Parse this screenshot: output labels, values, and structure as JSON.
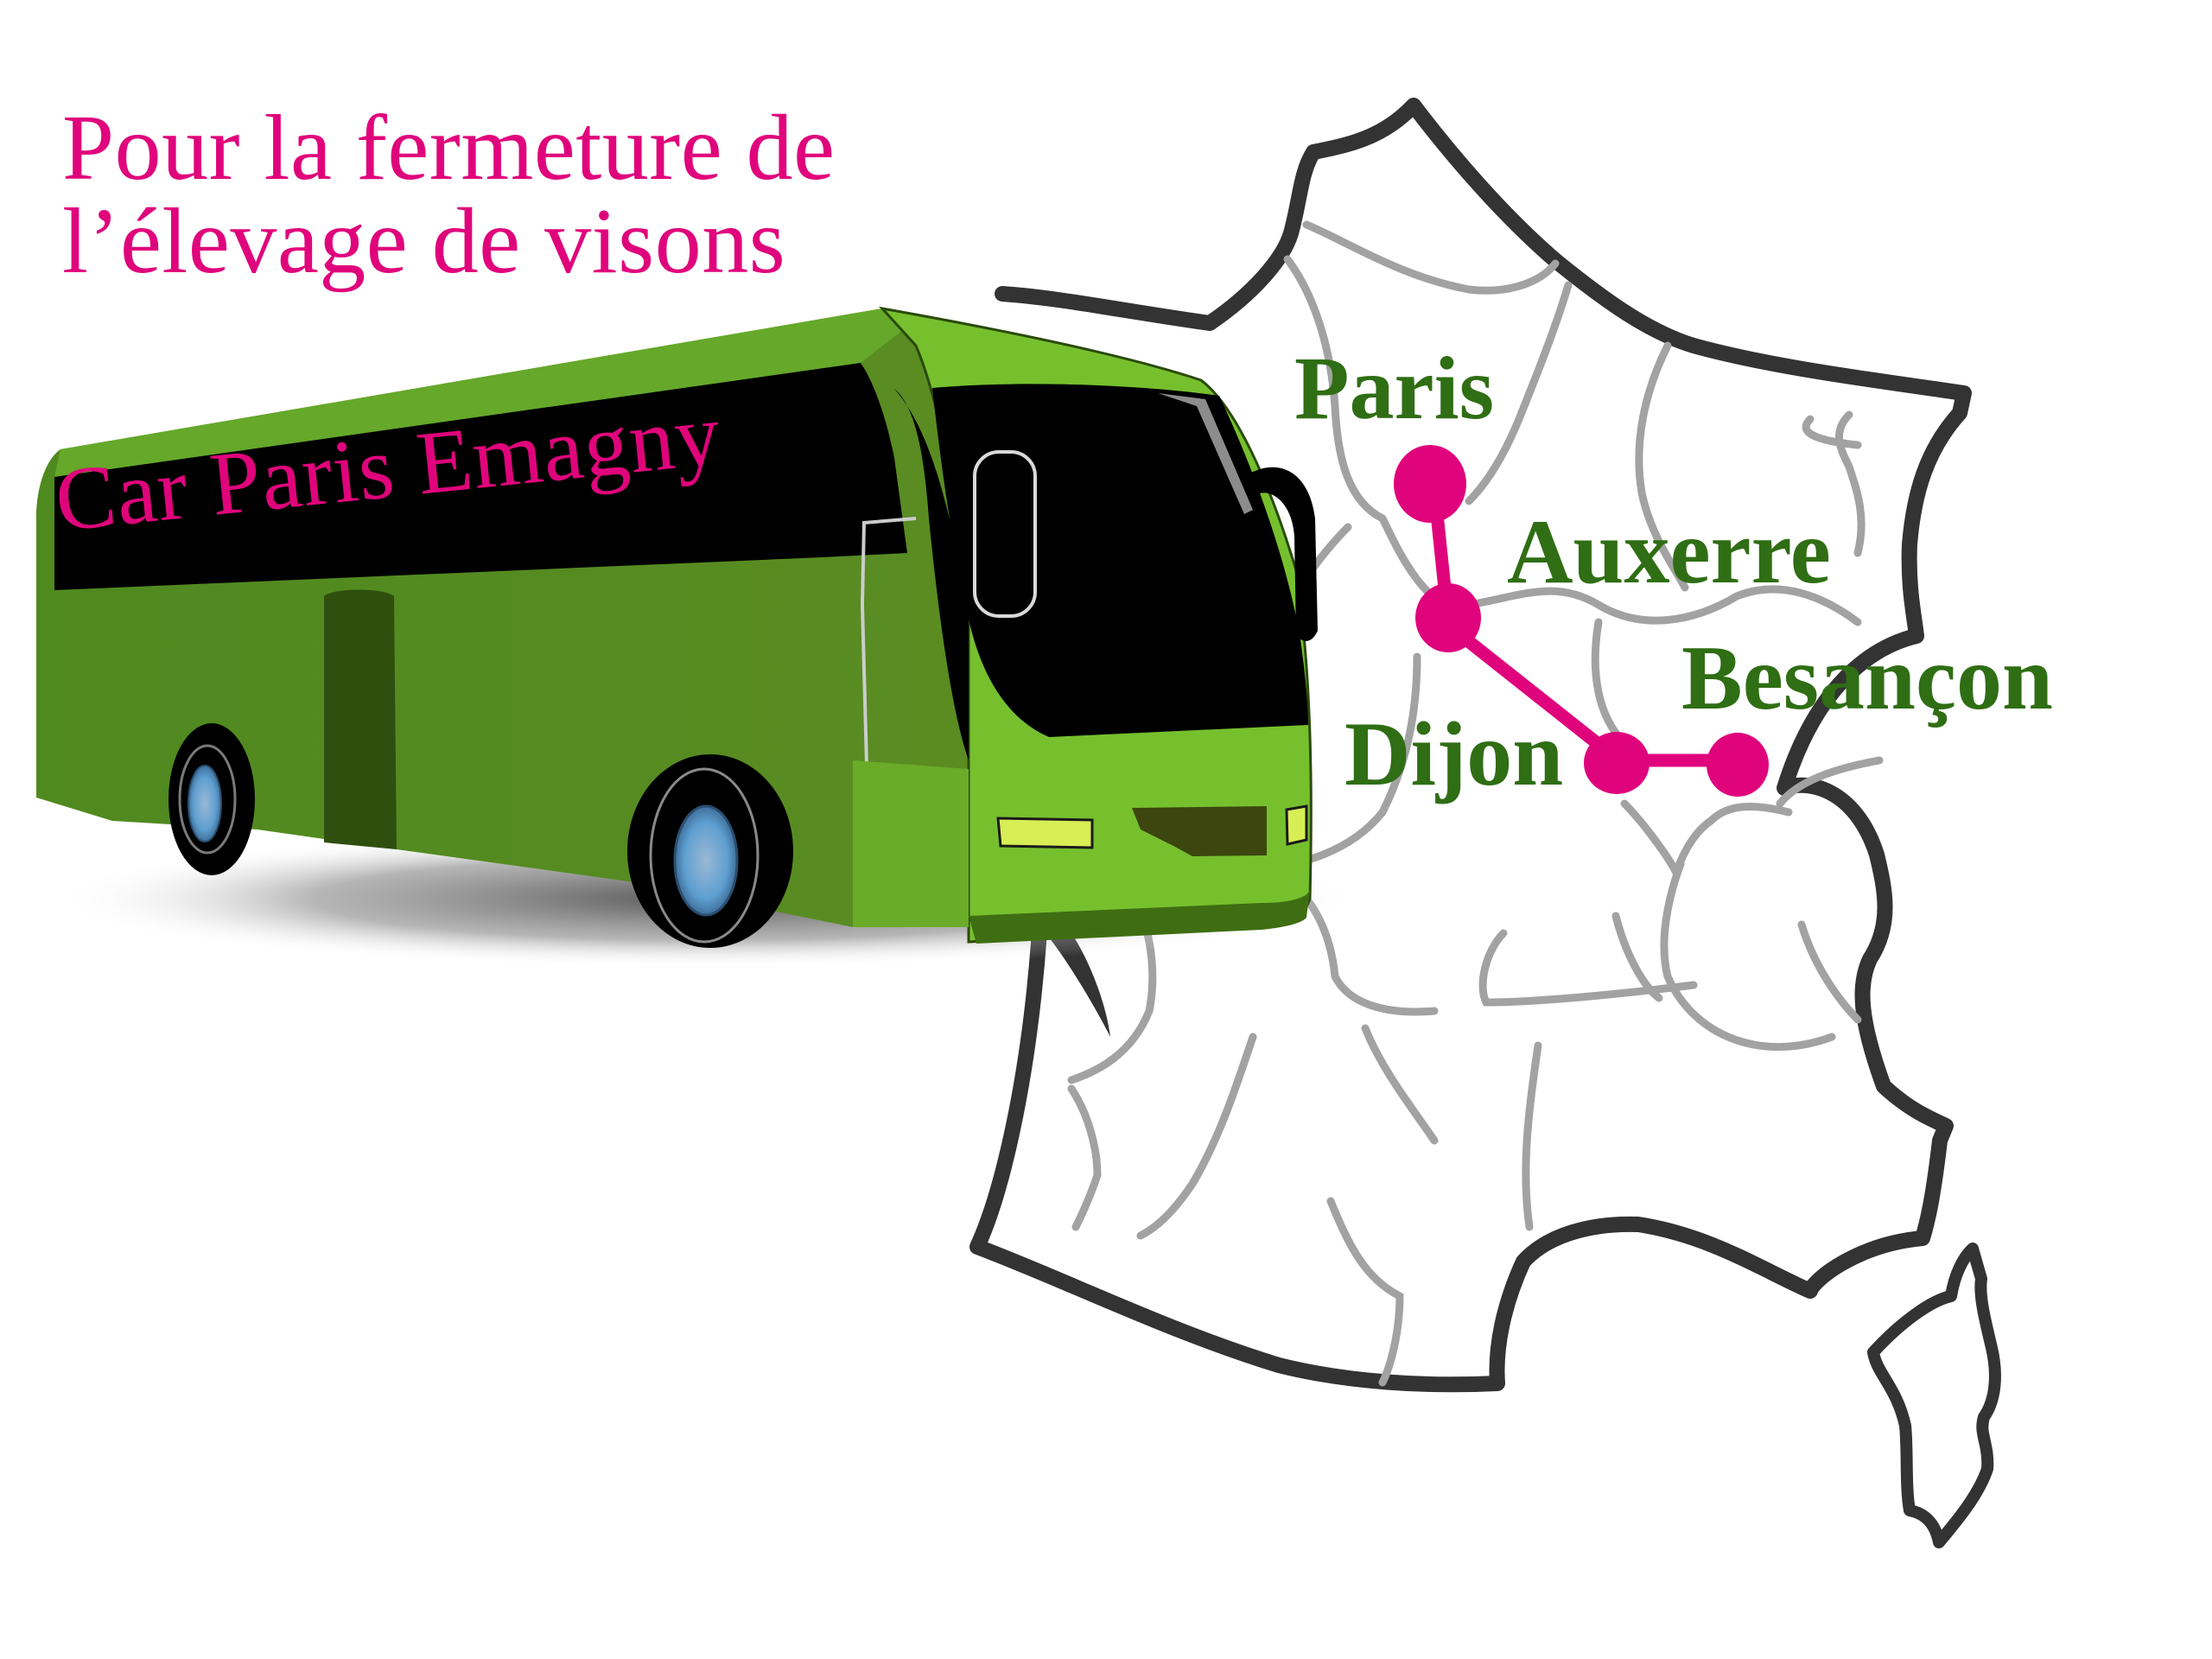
{
  "headline": {
    "line1": "Pour la fermeture de",
    "line2": "l’élevage de visons"
  },
  "bus": {
    "banner_text": "Car Paris Emagny",
    "body_color": "#578b22",
    "front_color": "#76c02e",
    "window_color": "#000000",
    "door_color": "#2f4f0f",
    "hub_color": "#6ea6d6",
    "headlight_color": "#d8ee55"
  },
  "map": {
    "region": "France",
    "outline_color": "#333333",
    "region_line_color": "#a0a0a0",
    "route_color": "#e0047c",
    "label_color": "#2f6e14",
    "stops": [
      {
        "name": "Paris"
      },
      {
        "name": "Auxerre"
      },
      {
        "name": "Dijon"
      },
      {
        "name": "Besançon"
      }
    ]
  },
  "colors": {
    "accent_pink": "#e0047c",
    "label_green": "#2f6e14",
    "background": "#ffffff"
  }
}
